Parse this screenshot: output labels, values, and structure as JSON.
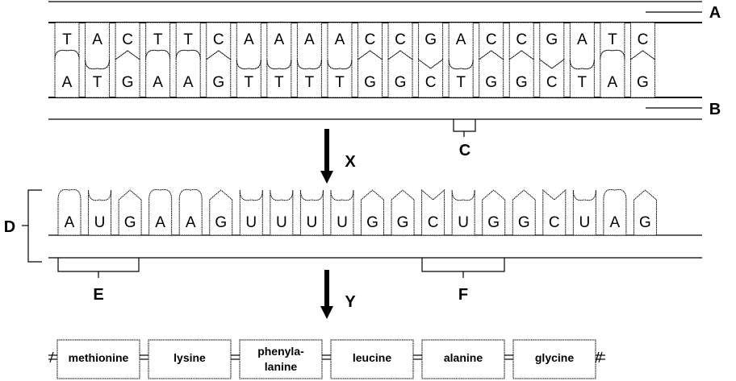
{
  "dna": {
    "top_strand": [
      "T",
      "A",
      "C",
      "T",
      "T",
      "C",
      "A",
      "A",
      "A",
      "A",
      "C",
      "C",
      "G",
      "A",
      "C",
      "C",
      "G",
      "A",
      "T",
      "C"
    ],
    "bottom_strand": [
      "A",
      "T",
      "G",
      "A",
      "A",
      "G",
      "T",
      "T",
      "T",
      "T",
      "G",
      "G",
      "C",
      "T",
      "G",
      "G",
      "C",
      "T",
      "A",
      "G"
    ]
  },
  "mrna": [
    "A",
    "U",
    "G",
    "A",
    "A",
    "G",
    "U",
    "U",
    "U",
    "U",
    "G",
    "G",
    "C",
    "U",
    "G",
    "G",
    "C",
    "U",
    "A",
    "G"
  ],
  "labels": {
    "A": "A",
    "B": "B",
    "C": "C",
    "D": "D",
    "E": "E",
    "F": "F",
    "X": "X",
    "Y": "Y"
  },
  "protein": [
    "methionine",
    "lysine",
    "phenyla-|lanine",
    "leucine",
    "alanine",
    "glycine"
  ]
}
